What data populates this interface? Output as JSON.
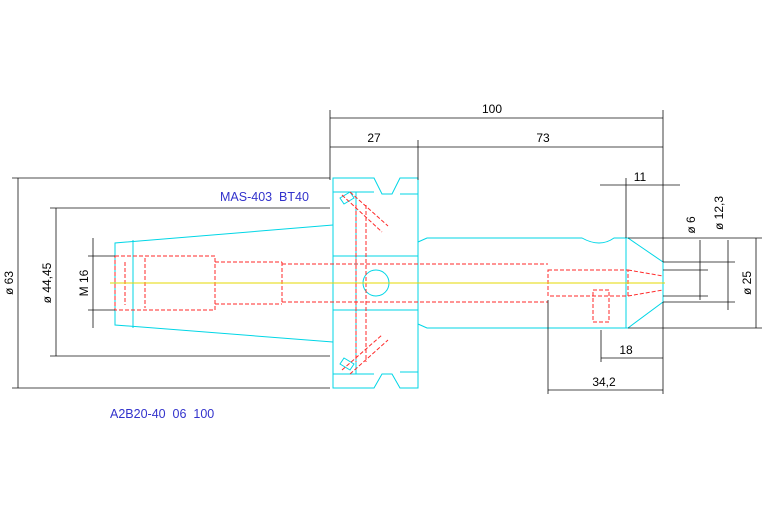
{
  "labels": {
    "top": "MAS-403  BT40",
    "bottom": "A2B20-40  06  100"
  },
  "dimensions": {
    "overall_length": "100",
    "flange_length": "27",
    "shank_length": "73",
    "tip_length": "11",
    "dia_flange": "ø 63",
    "dia_taper": "ø 44,45",
    "thread": "M 16",
    "dia_bore": "ø 6",
    "dia_tip": "ø 12,3",
    "dia_shank": "ø 25",
    "screw_offset": "18",
    "bore_depth": "34,2"
  },
  "colors": {
    "outline": "#00d6e6",
    "hidden": "#ff2a2a",
    "center": "#e6d800",
    "dimension": "#111111",
    "label": "#3333cc"
  }
}
